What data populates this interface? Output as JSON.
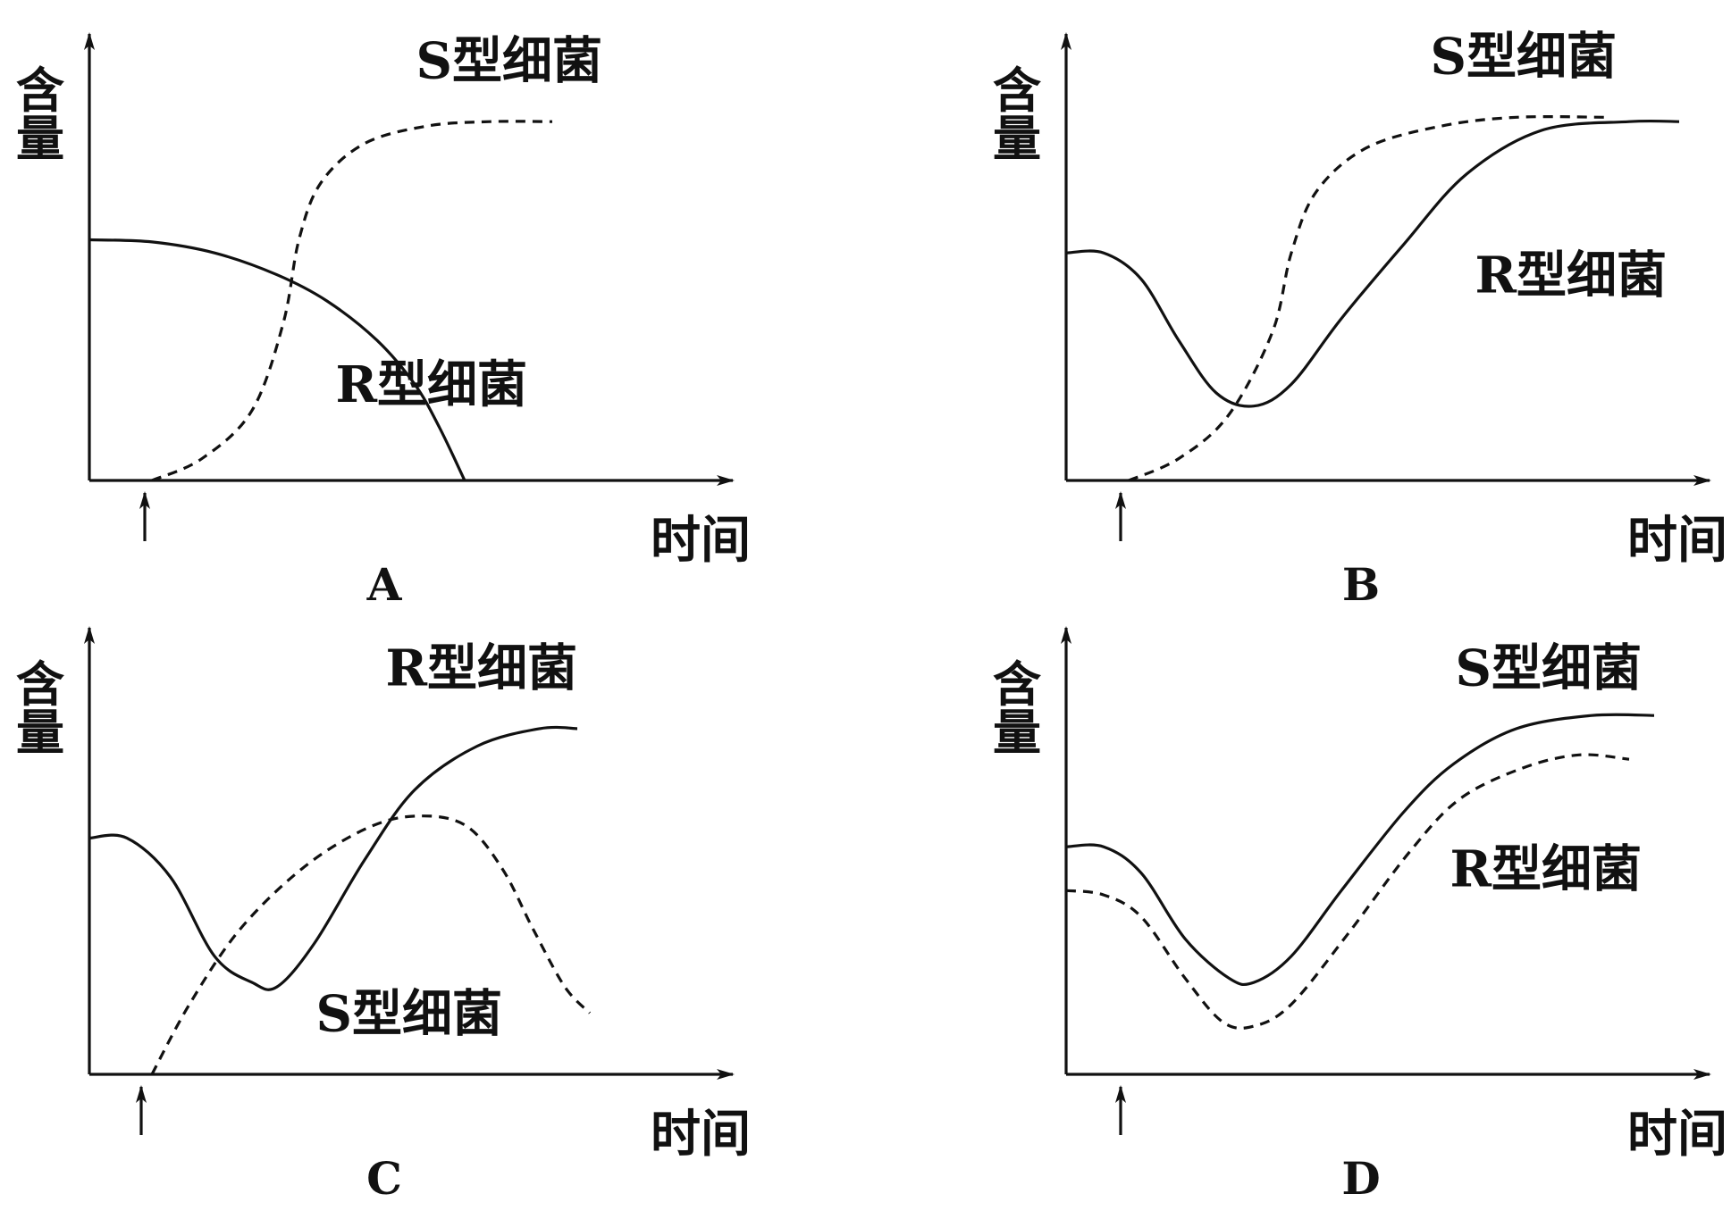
{
  "chart_data": [
    {
      "panel": "A",
      "type": "line",
      "ylabel": "含量",
      "xlabel": "时间",
      "series": [
        {
          "name": "R型细菌",
          "style": "solid",
          "points": [
            [
              0,
              0.55
            ],
            [
              0.1,
              0.545
            ],
            [
              0.2,
              0.52
            ],
            [
              0.3,
              0.47
            ],
            [
              0.38,
              0.41
            ],
            [
              0.46,
              0.32
            ],
            [
              0.52,
              0.22
            ],
            [
              0.56,
              0.12
            ],
            [
              0.6,
              0
            ]
          ]
        },
        {
          "name": "S型细菌",
          "style": "dashed",
          "points": [
            [
              0.1,
              0
            ],
            [
              0.18,
              0.05
            ],
            [
              0.26,
              0.16
            ],
            [
              0.31,
              0.36
            ],
            [
              0.335,
              0.55
            ],
            [
              0.37,
              0.68
            ],
            [
              0.44,
              0.77
            ],
            [
              0.54,
              0.81
            ],
            [
              0.64,
              0.82
            ],
            [
              0.74,
              0.82
            ]
          ]
        }
      ],
      "labels": [
        {
          "text": "S型细菌",
          "anchor": [
            0.82,
            0.96
          ]
        },
        {
          "text": "R型细菌",
          "anchor": [
            0.7,
            0.22
          ]
        }
      ]
    },
    {
      "panel": "B",
      "type": "line",
      "ylabel": "含量",
      "xlabel": "时间",
      "series": [
        {
          "name": "R型细菌",
          "style": "solid",
          "points": [
            [
              0,
              0.52
            ],
            [
              0.06,
              0.52
            ],
            [
              0.12,
              0.46
            ],
            [
              0.18,
              0.32
            ],
            [
              0.24,
              0.2
            ],
            [
              0.3,
              0.17
            ],
            [
              0.36,
              0.22
            ],
            [
              0.44,
              0.37
            ],
            [
              0.54,
              0.54
            ],
            [
              0.64,
              0.7
            ],
            [
              0.76,
              0.8
            ],
            [
              0.9,
              0.82
            ],
            [
              0.98,
              0.82
            ]
          ]
        },
        {
          "name": "S型细菌",
          "style": "dashed",
          "points": [
            [
              0.1,
              0
            ],
            [
              0.18,
              0.05
            ],
            [
              0.26,
              0.15
            ],
            [
              0.33,
              0.34
            ],
            [
              0.36,
              0.52
            ],
            [
              0.4,
              0.66
            ],
            [
              0.48,
              0.76
            ],
            [
              0.6,
              0.81
            ],
            [
              0.72,
              0.83
            ],
            [
              0.86,
              0.83
            ]
          ]
        }
      ],
      "labels": [
        {
          "text": "S型细菌",
          "anchor": [
            0.88,
            0.97
          ]
        },
        {
          "text": "R型细菌",
          "anchor": [
            0.96,
            0.47
          ]
        }
      ]
    },
    {
      "panel": "C",
      "type": "line",
      "ylabel": "含量",
      "xlabel": "时间",
      "series": [
        {
          "name": "R型细菌",
          "style": "solid",
          "points": [
            [
              0,
              0.54
            ],
            [
              0.06,
              0.54
            ],
            [
              0.13,
              0.45
            ],
            [
              0.2,
              0.27
            ],
            [
              0.26,
              0.21
            ],
            [
              0.3,
              0.2
            ],
            [
              0.36,
              0.3
            ],
            [
              0.44,
              0.49
            ],
            [
              0.52,
              0.65
            ],
            [
              0.62,
              0.75
            ],
            [
              0.72,
              0.79
            ],
            [
              0.78,
              0.79
            ]
          ]
        },
        {
          "name": "S型细菌",
          "style": "dashed",
          "points": [
            [
              0.1,
              0
            ],
            [
              0.16,
              0.16
            ],
            [
              0.24,
              0.33
            ],
            [
              0.34,
              0.47
            ],
            [
              0.44,
              0.56
            ],
            [
              0.52,
              0.59
            ],
            [
              0.6,
              0.57
            ],
            [
              0.66,
              0.47
            ],
            [
              0.71,
              0.33
            ],
            [
              0.76,
              0.2
            ],
            [
              0.8,
              0.14
            ]
          ]
        }
      ],
      "labels": [
        {
          "text": "R型细菌",
          "anchor": [
            0.78,
            0.93
          ]
        },
        {
          "text": "S型细菌",
          "anchor": [
            0.66,
            0.14
          ]
        }
      ]
    },
    {
      "panel": "D",
      "type": "line",
      "ylabel": "含量",
      "xlabel": "时间",
      "series": [
        {
          "name": "S型细菌",
          "style": "solid",
          "points": [
            [
              0,
              0.52
            ],
            [
              0.06,
              0.52
            ],
            [
              0.12,
              0.46
            ],
            [
              0.19,
              0.31
            ],
            [
              0.26,
              0.22
            ],
            [
              0.3,
              0.21
            ],
            [
              0.36,
              0.27
            ],
            [
              0.44,
              0.42
            ],
            [
              0.54,
              0.6
            ],
            [
              0.62,
              0.71
            ],
            [
              0.72,
              0.79
            ],
            [
              0.84,
              0.82
            ],
            [
              0.94,
              0.82
            ]
          ]
        },
        {
          "name": "R型细菌",
          "style": "dashed",
          "points": [
            [
              0,
              0.42
            ],
            [
              0.06,
              0.41
            ],
            [
              0.12,
              0.36
            ],
            [
              0.19,
              0.22
            ],
            [
              0.25,
              0.12
            ],
            [
              0.3,
              0.11
            ],
            [
              0.36,
              0.16
            ],
            [
              0.45,
              0.32
            ],
            [
              0.55,
              0.51
            ],
            [
              0.63,
              0.63
            ],
            [
              0.73,
              0.7
            ],
            [
              0.82,
              0.73
            ],
            [
              0.9,
              0.72
            ]
          ]
        }
      ],
      "labels": [
        {
          "text": "S型细菌",
          "anchor": [
            0.92,
            0.93
          ]
        },
        {
          "text": "R型细菌",
          "anchor": [
            0.92,
            0.47
          ]
        }
      ]
    }
  ]
}
